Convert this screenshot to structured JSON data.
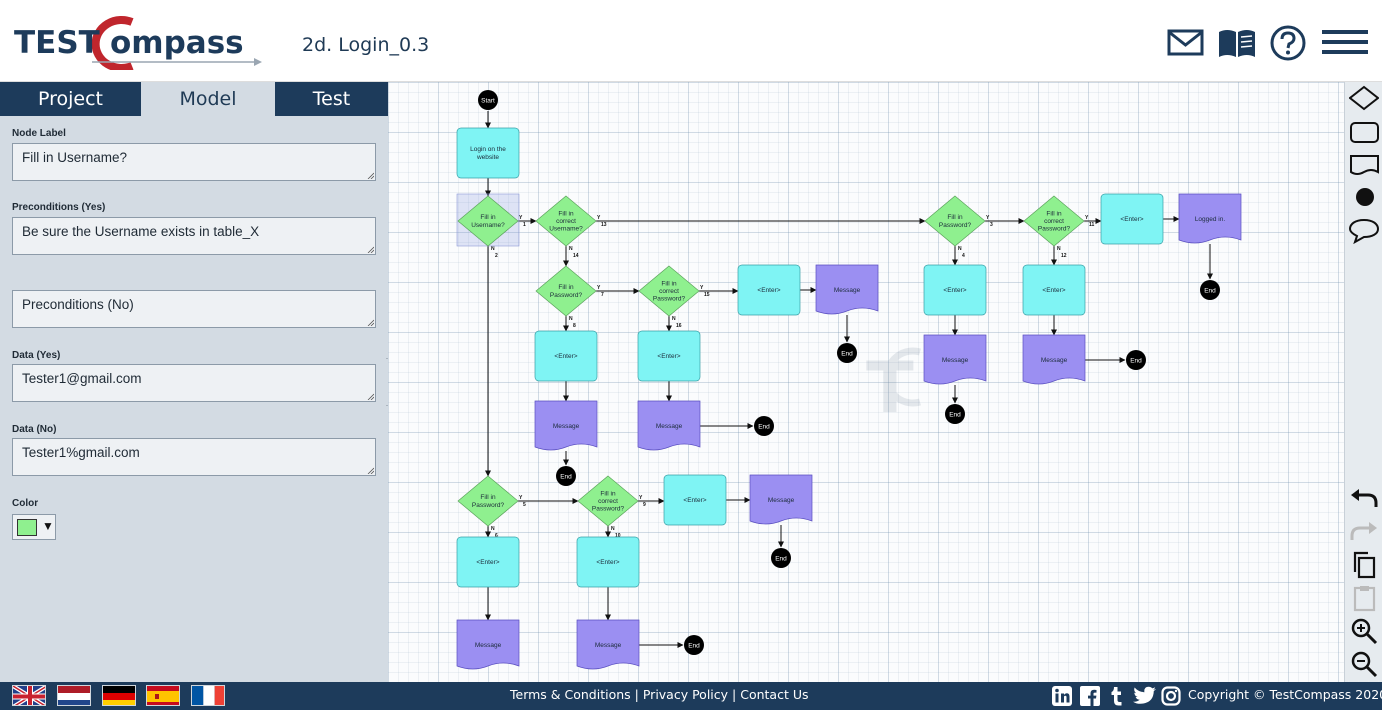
{
  "app": {
    "logo_text": "TESTCompass",
    "document_title": "2d. Login_0.3",
    "colors": {
      "navy": "#1d3b5b",
      "logo_red": "#c0262d",
      "node_decision": "#8ff08f",
      "node_action": "#7ff4f4",
      "node_message": "#9b8ff2",
      "node_end": "#000000"
    }
  },
  "header_icons": [
    "mail-icon",
    "manual-book-icon",
    "help-icon",
    "menu-icon"
  ],
  "tabs": [
    {
      "label": "Project",
      "active": false
    },
    {
      "label": "Model",
      "active": true
    },
    {
      "label": "Test",
      "active": false
    }
  ],
  "panel": {
    "node_label": {
      "label": "Node Label",
      "value": "Fill in Username?"
    },
    "preconditions_yes": {
      "label": "Preconditions (Yes)",
      "value": "Be sure the Username exists in table_X"
    },
    "preconditions_no": {
      "placeholder": "Preconditions (No)"
    },
    "data_yes": {
      "label": "Data (Yes)",
      "value": "Tester1@gmail.com"
    },
    "data_no": {
      "label": "Data (No)",
      "value": "Tester1%gmail.com"
    },
    "color": {
      "label": "Color",
      "value": "#8ff08f"
    }
  },
  "flow": {
    "nodes": [
      {
        "id": "start",
        "type": "start",
        "text": "Start"
      },
      {
        "id": "login",
        "type": "action",
        "text": "Login on the website"
      },
      {
        "id": "d_user",
        "type": "decision",
        "text": "Fill in Username?",
        "selected": true
      },
      {
        "id": "d_cuser",
        "type": "decision",
        "text": "Fill in correct Username?"
      },
      {
        "id": "d_pw_a",
        "type": "decision",
        "text": "Fill in Password?"
      },
      {
        "id": "d_cpw_a",
        "type": "decision",
        "text": "Fill in correct Password?"
      },
      {
        "id": "enter_a1",
        "type": "action",
        "text": "<Enter>"
      },
      {
        "id": "msg_a1",
        "type": "message",
        "text": "Message"
      },
      {
        "id": "end_a1",
        "type": "end",
        "text": "End"
      },
      {
        "id": "enter_a2",
        "type": "action",
        "text": "<Enter>"
      },
      {
        "id": "msg_a2",
        "type": "message",
        "text": "Message"
      },
      {
        "id": "end_a2",
        "type": "end",
        "text": "End"
      },
      {
        "id": "enter_a3",
        "type": "action",
        "text": "<Enter>"
      },
      {
        "id": "msg_a3",
        "type": "message",
        "text": "Message"
      },
      {
        "id": "end_a3",
        "type": "end",
        "text": "End"
      },
      {
        "id": "d_pw_b",
        "type": "decision",
        "text": "Fill in Password?"
      },
      {
        "id": "d_cpw_b",
        "type": "decision",
        "text": "Fill in correct Password?"
      },
      {
        "id": "enter_b",
        "type": "action",
        "text": "<Enter>"
      },
      {
        "id": "logged",
        "type": "message",
        "text": "Logged in."
      },
      {
        "id": "end_b1",
        "type": "end",
        "text": "End"
      },
      {
        "id": "enter_b2",
        "type": "action",
        "text": "<Enter>"
      },
      {
        "id": "msg_b2",
        "type": "message",
        "text": "Message"
      },
      {
        "id": "end_b2",
        "type": "end",
        "text": "End"
      },
      {
        "id": "enter_b3",
        "type": "action",
        "text": "<Enter>"
      },
      {
        "id": "msg_b3",
        "type": "message",
        "text": "Message"
      },
      {
        "id": "end_b3",
        "type": "end",
        "text": "End"
      },
      {
        "id": "d_pw_c",
        "type": "decision",
        "text": "Fill in Password?"
      },
      {
        "id": "d_cpw_c",
        "type": "decision",
        "text": "Fill in correct Password?"
      },
      {
        "id": "enter_c1",
        "type": "action",
        "text": "<Enter>"
      },
      {
        "id": "msg_c1",
        "type": "message",
        "text": "Message"
      },
      {
        "id": "end_c1",
        "type": "end",
        "text": "End"
      },
      {
        "id": "enter_c2",
        "type": "action",
        "text": "<Enter>"
      },
      {
        "id": "msg_c2",
        "type": "message",
        "text": "Message"
      },
      {
        "id": "enter_c3",
        "type": "action",
        "text": "<Enter>"
      },
      {
        "id": "msg_c3",
        "type": "message",
        "text": "Message"
      },
      {
        "id": "end_c3",
        "type": "end",
        "text": "End"
      }
    ],
    "edges": [
      {
        "from": "start",
        "to": "login"
      },
      {
        "from": "login",
        "to": "d_user"
      },
      {
        "from": "d_user",
        "to": "d_cuser",
        "label": "Y",
        "num": "1"
      },
      {
        "from": "d_user",
        "to": "d_pw_c",
        "label": "N",
        "num": "2"
      },
      {
        "from": "d_cuser",
        "to": "d_pw_b",
        "label": "Y",
        "num": "13"
      },
      {
        "from": "d_cuser",
        "to": "d_pw_a",
        "label": "N",
        "num": "14"
      },
      {
        "from": "d_pw_a",
        "to": "d_cpw_a",
        "label": "Y",
        "num": "7"
      },
      {
        "from": "d_pw_a",
        "to": "enter_a3",
        "label": "N",
        "num": "8"
      },
      {
        "from": "d_cpw_a",
        "to": "enter_a1",
        "label": "Y",
        "num": "15"
      },
      {
        "from": "d_cpw_a",
        "to": "enter_a2",
        "label": "N",
        "num": "16"
      },
      {
        "from": "enter_a1",
        "to": "msg_a1"
      },
      {
        "from": "msg_a1",
        "to": "end_a1"
      },
      {
        "from": "enter_a2",
        "to": "msg_a2"
      },
      {
        "from": "msg_a2",
        "to": "end_a2"
      },
      {
        "from": "enter_a3",
        "to": "msg_a3"
      },
      {
        "from": "msg_a3",
        "to": "end_a3"
      },
      {
        "from": "d_pw_b",
        "to": "d_cpw_b",
        "label": "Y",
        "num": "3"
      },
      {
        "from": "d_pw_b",
        "to": "enter_b2",
        "label": "N",
        "num": "4"
      },
      {
        "from": "d_cpw_b",
        "to": "enter_b",
        "label": "Y",
        "num": "11"
      },
      {
        "from": "d_cpw_b",
        "to": "enter_b3",
        "label": "N",
        "num": "12"
      },
      {
        "from": "enter_b",
        "to": "logged"
      },
      {
        "from": "logged",
        "to": "end_b1"
      },
      {
        "from": "enter_b2",
        "to": "msg_b2"
      },
      {
        "from": "msg_b2",
        "to": "end_b2"
      },
      {
        "from": "enter_b3",
        "to": "msg_b3"
      },
      {
        "from": "msg_b3",
        "to": "end_b3"
      },
      {
        "from": "d_pw_c",
        "to": "d_cpw_c",
        "label": "Y",
        "num": "5"
      },
      {
        "from": "d_pw_c",
        "to": "enter_c1",
        "label": "N",
        "num": "6"
      },
      {
        "from": "d_cpw_c",
        "to": "enter_c2",
        "label": "Y",
        "num": "9"
      },
      {
        "from": "d_cpw_c",
        "to": "enter_c3",
        "label": "N",
        "num": "10"
      },
      {
        "from": "enter_c2",
        "to": "msg_c2"
      },
      {
        "from": "msg_c2",
        "to": "end_c1"
      },
      {
        "from": "enter_c1",
        "to": "msg_c1"
      },
      {
        "from": "enter_c3",
        "to": "msg_c3"
      },
      {
        "from": "msg_c3",
        "to": "end_c3"
      }
    ]
  },
  "toolbar": [
    "diamond-node-icon",
    "rectangle-node-icon",
    "message-node-icon",
    "end-node-icon",
    "comment-node-icon",
    "undo-icon",
    "redo-icon",
    "copy-icon",
    "paste-icon",
    "zoom-in-icon",
    "zoom-out-icon"
  ],
  "footer": {
    "languages": [
      "English",
      "Dutch",
      "German",
      "Spanish",
      "French"
    ],
    "links": [
      {
        "label": "Terms & Conditions"
      },
      {
        "label": "Privacy Policy"
      },
      {
        "label": "Contact Us"
      }
    ],
    "separator": "|",
    "social": [
      "linkedin-icon",
      "facebook-icon",
      "tumblr-icon",
      "twitter-icon",
      "instagram-icon"
    ],
    "copyright": "Copyright © TestCompass 2020"
  }
}
